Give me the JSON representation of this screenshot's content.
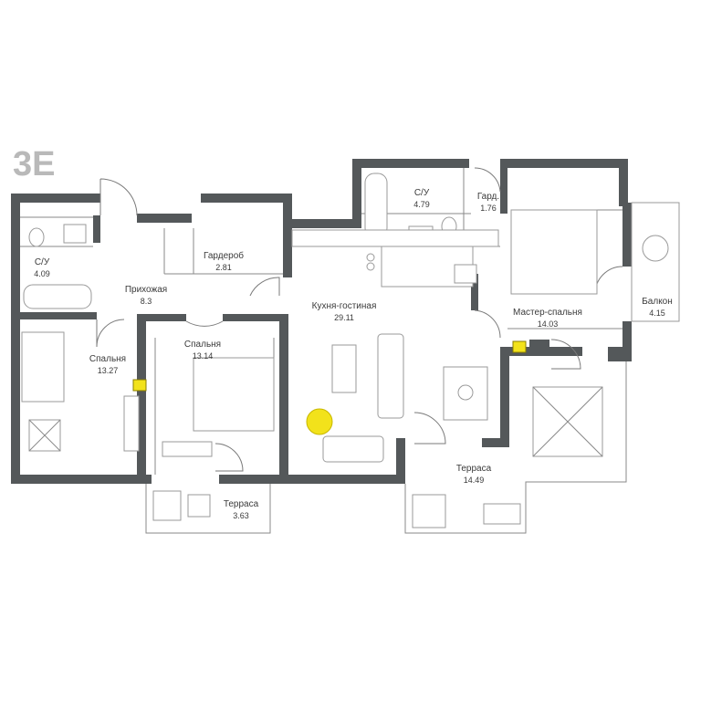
{
  "plan": {
    "code": "3E",
    "rooms": [
      {
        "id": "bath-left",
        "name": "С/У",
        "area": "4.09"
      },
      {
        "id": "hall",
        "name": "Прихожая",
        "area": "8.3"
      },
      {
        "id": "wardrobe",
        "name": "Гардероб",
        "area": "2.81"
      },
      {
        "id": "kitchen-living",
        "name": "Кухня-гостиная",
        "area": "29.11"
      },
      {
        "id": "bath-right",
        "name": "С/У",
        "area": "4.79"
      },
      {
        "id": "dressing",
        "name": "Гард.",
        "area": "1.76"
      },
      {
        "id": "master-bedroom",
        "name": "Мастер-спальня",
        "area": "14.03"
      },
      {
        "id": "balcony",
        "name": "Балкон",
        "area": "4.15"
      },
      {
        "id": "bedroom-left",
        "name": "Спальня",
        "area": "13.27"
      },
      {
        "id": "bedroom-mid",
        "name": "Спальня",
        "area": "13.14"
      },
      {
        "id": "terrace-small",
        "name": "Терраса",
        "area": "3.63"
      },
      {
        "id": "terrace-large",
        "name": "Терраса",
        "area": "14.49"
      }
    ],
    "colors": {
      "wall": "#54585a",
      "furniture_line": "#9a9a9a",
      "accent_yellow": "#f2e21b",
      "badge": "#b9b9b9"
    }
  }
}
